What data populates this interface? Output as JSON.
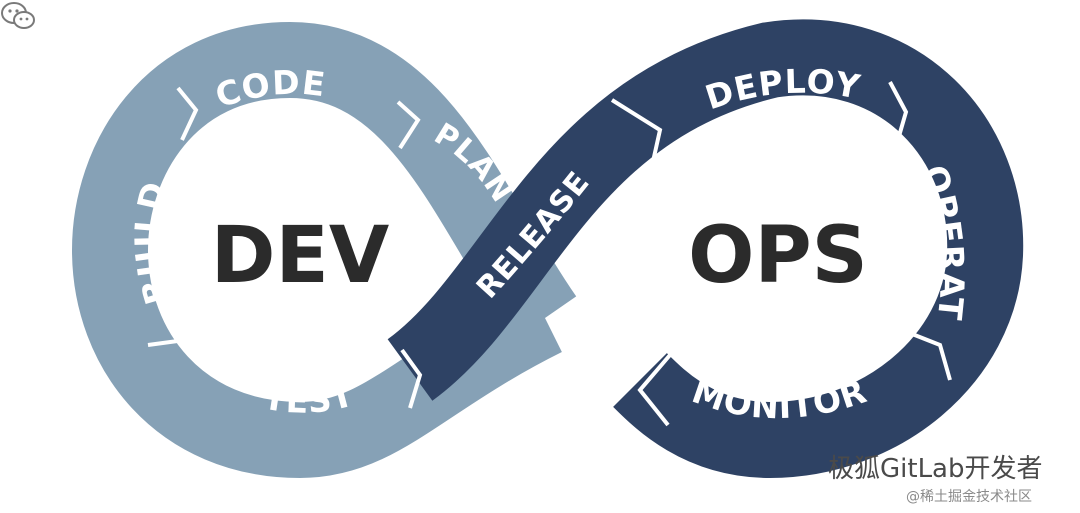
{
  "diagram": {
    "core": {
      "left": "DEV",
      "right": "OPS"
    },
    "stages": {
      "plan": "PLAN",
      "code": "CODE",
      "build": "BUILD",
      "test": "TEST",
      "release": "RELEASE",
      "deploy": "DEPLOY",
      "operate": "OPERATE",
      "monitor": "MONITOR"
    }
  },
  "colors": {
    "dev_loop": "#86a1b6",
    "ops_loop": "#2e4264",
    "separator": "#ffffff",
    "core_text": "#2b2b2b"
  },
  "watermark": {
    "main": "极狐GitLab开发者",
    "sub": "@稀土掘金技术社区",
    "icon": "wechat-icon"
  }
}
